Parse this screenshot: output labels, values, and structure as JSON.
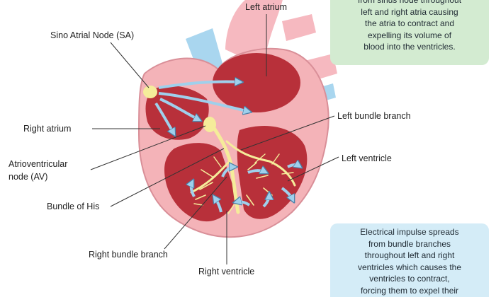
{
  "labels": {
    "left_atrium": "Left atrium",
    "sa_node": "Sino Atrial Node (SA)",
    "right_atrium": "Right atrium",
    "av_node_line1": "Atrioventricular",
    "av_node_line2": "node (AV)",
    "bundle_of_his": "Bundle of His",
    "right_bundle_branch": "Right bundle branch",
    "right_ventricle": "Right ventricle",
    "left_bundle_branch": "Left bundle branch",
    "left_ventricle": "Left ventricle"
  },
  "info_boxes": {
    "top": {
      "lines": [
        "from sinus node throughout",
        "left and right atria causing",
        "the atria to contract and",
        "expelling its volume of",
        "blood into the ventricles."
      ],
      "color": "#d3ebd1"
    },
    "bottom": {
      "lines": [
        "Electrical impulse spreads",
        "from bundle branches",
        "throughout left and right",
        "ventricles which causes the",
        "ventricles to contract,",
        "forcing them to expel their"
      ],
      "color": "#d4ecf7"
    }
  },
  "colors": {
    "heart_wall": "#f4b3b8",
    "chamber": "#b8303a",
    "conduction": "#f5ec9a",
    "arrows": "#9fd0ec",
    "vessels": "#a9d6ef"
  }
}
